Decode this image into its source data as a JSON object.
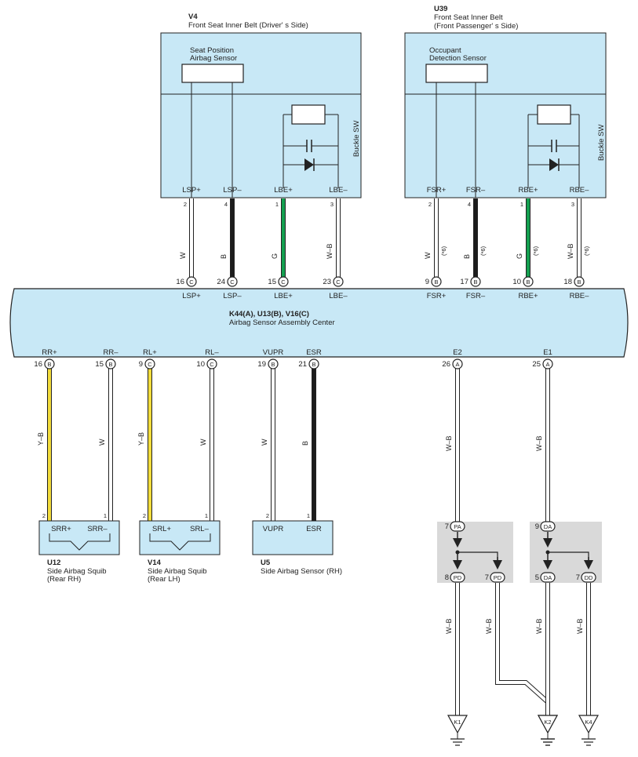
{
  "colors": {
    "box_fill": "#c8e8f6",
    "box_stroke": "#222222",
    "splice_fill": "#d9d9d9",
    "wire_G": "#14a050",
    "wire_B": "#1c1c1c",
    "wire_Y": "#f2dc3c",
    "wire_W": "#ffffff"
  },
  "v4": {
    "code": "V4",
    "name": "Front Seat Inner Belt (Driver' s Side)",
    "sensor_line1": "Seat Position",
    "sensor_line2": "Airbag Sensor",
    "switch_label": "Buckle SW",
    "terminals": [
      {
        "name": "LSP+",
        "pin": "2",
        "wire": "W",
        "conn_pin": "16",
        "conn": "C",
        "ecu_name": "LSP+"
      },
      {
        "name": "LSP–",
        "pin": "4",
        "wire": "B",
        "conn_pin": "24",
        "conn": "C",
        "ecu_name": "LSP–"
      },
      {
        "name": "LBE+",
        "pin": "1",
        "wire": "G",
        "conn_pin": "15",
        "conn": "C",
        "ecu_name": "LBE+"
      },
      {
        "name": "LBE–",
        "pin": "3",
        "wire": "W–B",
        "conn_pin": "23",
        "conn": "C",
        "ecu_name": "LBE–"
      }
    ]
  },
  "u39": {
    "code": "U39",
    "name_line1": "Front Seat Inner Belt",
    "name_line2": "(Front Passenger' s Side)",
    "sensor_line1": "Occupant",
    "sensor_line2": "Detection Sensor",
    "switch_label": "Buckle SW",
    "note": "(*6)",
    "terminals": [
      {
        "name": "FSR+",
        "pin": "2",
        "wire": "W",
        "conn_pin": "9",
        "conn": "B",
        "ecu_name": "FSR+"
      },
      {
        "name": "FSR–",
        "pin": "4",
        "wire": "B",
        "conn_pin": "17",
        "conn": "B",
        "ecu_name": "FSR–"
      },
      {
        "name": "RBE+",
        "pin": "1",
        "wire": "G",
        "conn_pin": "10",
        "conn": "B",
        "ecu_name": "RBE+"
      },
      {
        "name": "RBE–",
        "pin": "3",
        "wire": "W–B",
        "conn_pin": "18",
        "conn": "B",
        "ecu_name": "RBE–"
      }
    ]
  },
  "ecu": {
    "code": "K44(A), U13(B), V16(C)",
    "name": "Airbag Sensor Assembly Center",
    "bottom": [
      {
        "name": "RR+",
        "conn_pin": "16",
        "conn": "B",
        "wire": "Y–B"
      },
      {
        "name": "RR–",
        "conn_pin": "15",
        "conn": "B",
        "wire": "W"
      },
      {
        "name": "RL+",
        "conn_pin": "9",
        "conn": "C",
        "wire": "Y–B"
      },
      {
        "name": "RL–",
        "conn_pin": "10",
        "conn": "C",
        "wire": "W"
      },
      {
        "name": "VUPR",
        "conn_pin": "19",
        "conn": "B",
        "wire": "W"
      },
      {
        "name": "ESR",
        "conn_pin": "21",
        "conn": "B",
        "wire": "B"
      },
      {
        "name": "E2",
        "conn_pin": "26",
        "conn": "A",
        "wire": "W–B"
      },
      {
        "name": "E1",
        "conn_pin": "25",
        "conn": "A",
        "wire": "W–B"
      }
    ]
  },
  "u12": {
    "code": "U12",
    "name_line1": "Side Airbag Squib",
    "name_line2": "(Rear RH)",
    "terminals": [
      {
        "name": "SRR+",
        "pin": "2"
      },
      {
        "name": "SRR–",
        "pin": "1"
      }
    ]
  },
  "v14": {
    "code": "V14",
    "name_line1": "Side Airbag Squib",
    "name_line2": "(Rear LH)",
    "terminals": [
      {
        "name": "SRL+",
        "pin": "2"
      },
      {
        "name": "SRL–",
        "pin": "1"
      }
    ]
  },
  "u5": {
    "code": "U5",
    "name": "Side Airbag Sensor (RH)",
    "terminals": [
      {
        "name": "VUPR",
        "pin": "2"
      },
      {
        "name": "ESR",
        "pin": "1"
      }
    ]
  },
  "splice_pd": {
    "in_pin": "7",
    "in_conn": "PA",
    "out": [
      {
        "pin": "8",
        "conn": "PD",
        "wire": "W–B",
        "ground": "K1"
      },
      {
        "pin": "7",
        "conn": "PD",
        "wire": "W–B",
        "ground": "K2"
      }
    ]
  },
  "splice_dd": {
    "in_pin": "9",
    "in_conn": "DA",
    "out": [
      {
        "pin": "5",
        "conn": "DA",
        "wire": "W–B",
        "ground": "K2"
      },
      {
        "pin": "7",
        "conn": "DD",
        "wire": "W–B",
        "ground": "K4"
      }
    ]
  }
}
